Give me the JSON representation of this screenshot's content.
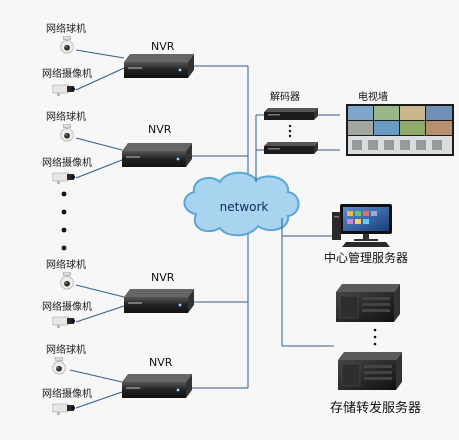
{
  "cameras": {
    "dome_label": "网络球机",
    "bullet_label": "网络摄像机"
  },
  "nvr_label": "NVR",
  "network_label": "network",
  "decoder_label": "解码器",
  "tv_wall_label": "电视墙",
  "mgmt_server_label": "中心管理服务器",
  "storage_server_label": "存储转发服务器",
  "colors": {
    "line": "#2f5d8a",
    "cloud_fill": "#a9d4ef",
    "cloud_stroke": "#5aa6d6",
    "device_dark": "#222222"
  }
}
